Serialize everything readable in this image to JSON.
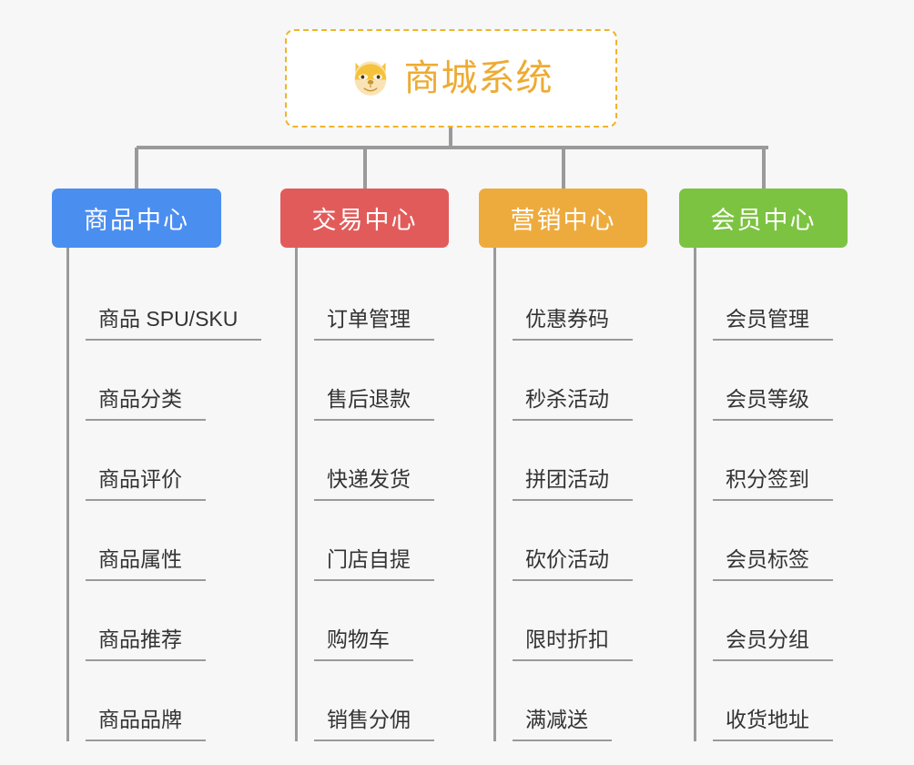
{
  "diagram": {
    "type": "org-tree",
    "background_color": "#f7f7f7",
    "root": {
      "title": "商城系统",
      "icon": "dog-face-icon",
      "border_color": "#f0b429",
      "title_color": "#edab33",
      "fill_color": "#ffffff"
    },
    "connector_color": "#9a9a9a",
    "columns": [
      {
        "label": "商品中心",
        "color": "#4a8ef0",
        "items": [
          "商品 SPU/SKU",
          "商品分类",
          "商品评价",
          "商品属性",
          "商品推荐",
          "商品品牌"
        ]
      },
      {
        "label": "交易中心",
        "color": "#e25b5b",
        "items": [
          "订单管理",
          "售后退款",
          "快递发货",
          "门店自提",
          "购物车",
          "销售分佣"
        ]
      },
      {
        "label": "营销中心",
        "color": "#eeab3d",
        "items": [
          "优惠券码",
          "秒杀活动",
          "拼团活动",
          "砍价活动",
          "限时折扣",
          "满减送"
        ]
      },
      {
        "label": "会员中心",
        "color": "#7cc342",
        "items": [
          "会员管理",
          "会员等级",
          "积分签到",
          "会员标签",
          "会员分组",
          "收货地址"
        ]
      }
    ]
  }
}
